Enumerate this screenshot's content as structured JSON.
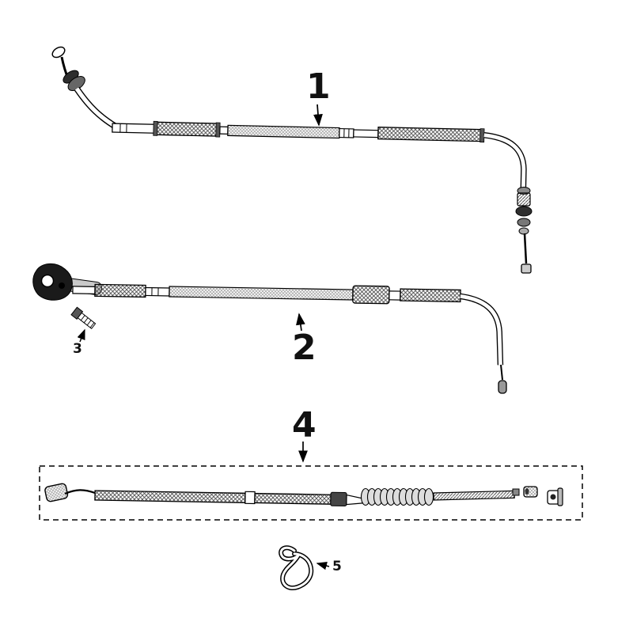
{
  "page": {
    "background": "#ffffff",
    "line_color": "#000000"
  },
  "diagram": {
    "type": "parts-diagram",
    "callouts": [
      {
        "label": "1"
      },
      {
        "label": "2"
      },
      {
        "label": "3"
      },
      {
        "label": "4"
      },
      {
        "label": "5"
      }
    ]
  }
}
